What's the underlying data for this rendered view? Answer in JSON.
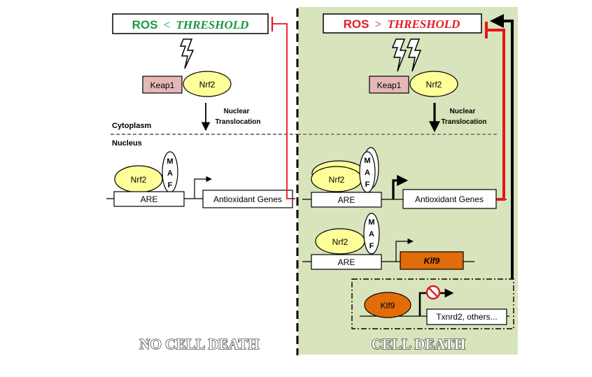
{
  "left_panel": {
    "ros_label": {
      "ros": "ROS",
      "op": "<",
      "threshold": "THRESHOLD"
    },
    "keap1": "Keap1",
    "nrf2_complex": "Nrf2",
    "translocation": {
      "line1": "Nuclear",
      "line2": "Translocation"
    },
    "cytoplasm": "Cytoplasm",
    "nucleus": "Nucleus",
    "nrf2_bound": "Nrf2",
    "maf": {
      "m": "M",
      "a": "A",
      "f": "F"
    },
    "are": "ARE",
    "target_gene": "Antioxidant Genes",
    "outcome": "NO CELL DEATH"
  },
  "right_panel": {
    "ros_label": {
      "ros": "ROS",
      "op": ">",
      "threshold": "THRESHOLD"
    },
    "keap1": "Keap1",
    "nrf2_complex": "Nrf2",
    "translocation": {
      "line1": "Nuclear",
      "line2": "Translocation"
    },
    "nrf2_bound": "Nrf2",
    "maf": {
      "m": "M",
      "a": "A",
      "f": "F"
    },
    "are": "ARE",
    "target_gene": "Antioxidant Genes",
    "nrf2_bound_2": "Nrf2",
    "maf_2": {
      "m": "M",
      "a": "A",
      "f": "F"
    },
    "are_2": "ARE",
    "klf9_gene": "Klf9",
    "klf9_protein": "Klf9",
    "repressed_genes": "Txnrd2, others...",
    "outcome": "CELL DEATH"
  },
  "colors": {
    "green_text": "#1a9a3c",
    "red_text": "#e01e26",
    "inhibition_line": "#e8141c",
    "panel_bg": "#d8e4bc",
    "keap1_fill": "#e5b8b7",
    "nrf2_fill": "#ffff99",
    "klf9_fill": "#e36c0a"
  },
  "icons": [
    "lightning-bolt-icon",
    "no-symbol-icon",
    "arrow-icon",
    "inhibition-bar-icon"
  ]
}
